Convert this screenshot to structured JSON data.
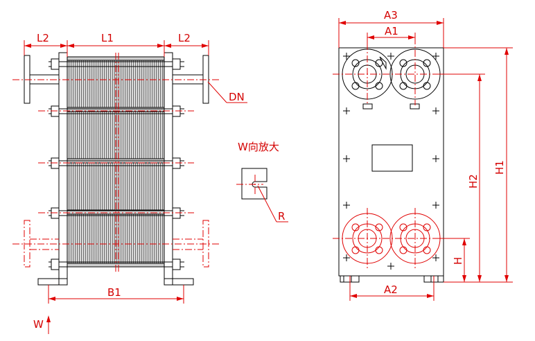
{
  "labels": {
    "L2_left": "L2",
    "L1": "L1",
    "L2_right": "L2",
    "DN": "DN",
    "B1": "B1",
    "W": "W",
    "detail_title": "W向放大",
    "R": "R",
    "A3": "A3",
    "A1": "A1",
    "A2": "A2",
    "H2": "H2",
    "H1": "H1",
    "H": "H"
  },
  "colors": {
    "dimension": "#e00000",
    "outline": "#000000",
    "plate_dark": "#7a7a7a",
    "plate_light": "#dddddd"
  }
}
